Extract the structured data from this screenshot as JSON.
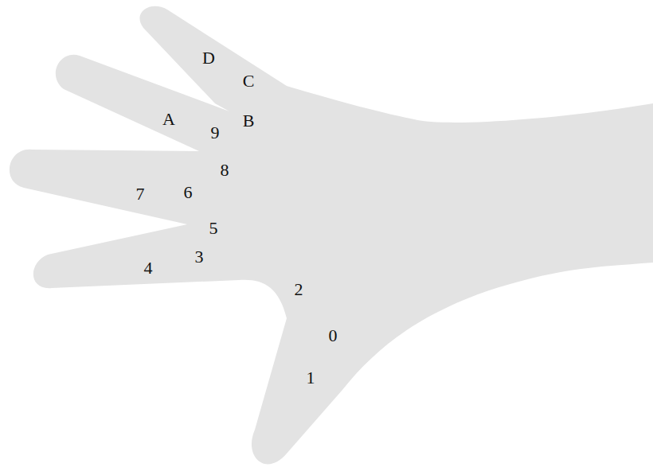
{
  "diagram": {
    "labels": [
      "D",
      "C",
      "A",
      "9",
      "B",
      "8",
      "7",
      "6",
      "5",
      "4",
      "3",
      "2",
      "0",
      "1"
    ]
  }
}
